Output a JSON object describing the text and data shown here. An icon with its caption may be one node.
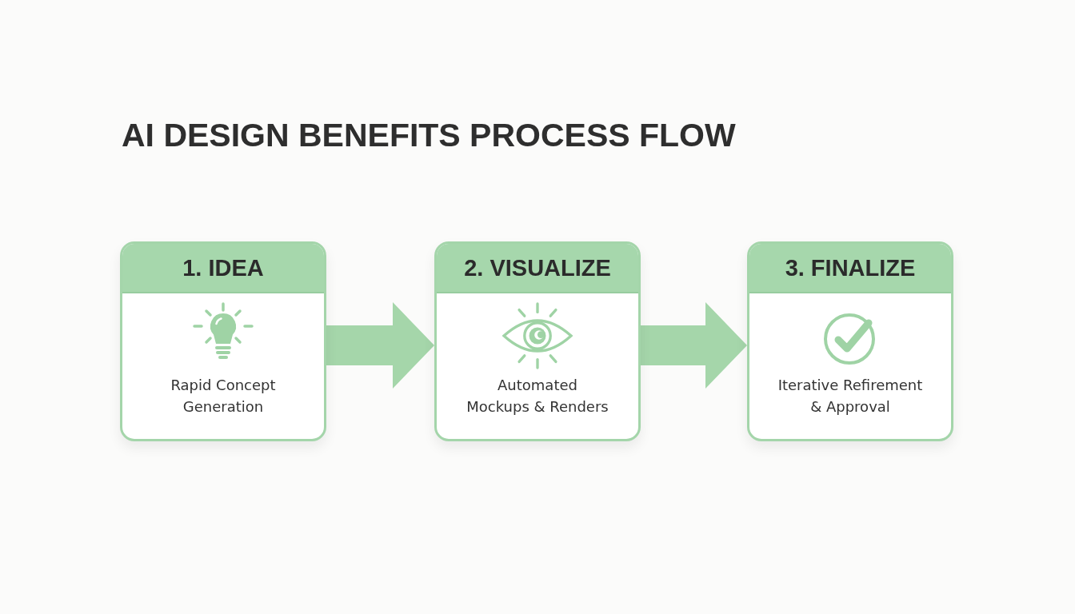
{
  "diagram": {
    "title": "AI DESIGN BENEFITS PROCESS FLOW",
    "nodes": [
      {
        "text": [
          "1. IDEA",
          "Rapid Concept Generation"
        ]
      },
      {
        "text": [
          "2. VISUALIZE",
          "Automated Mockups & Renders"
        ]
      },
      {
        "text": [
          "3. FINALIZE",
          "Iterative Refirement & Approval"
        ]
      }
    ],
    "edges": [
      {
        "from": 0,
        "to": 1,
        "arrow": "to"
      },
      {
        "from": 1,
        "to": 2,
        "arrow": "to"
      }
    ]
  }
}
